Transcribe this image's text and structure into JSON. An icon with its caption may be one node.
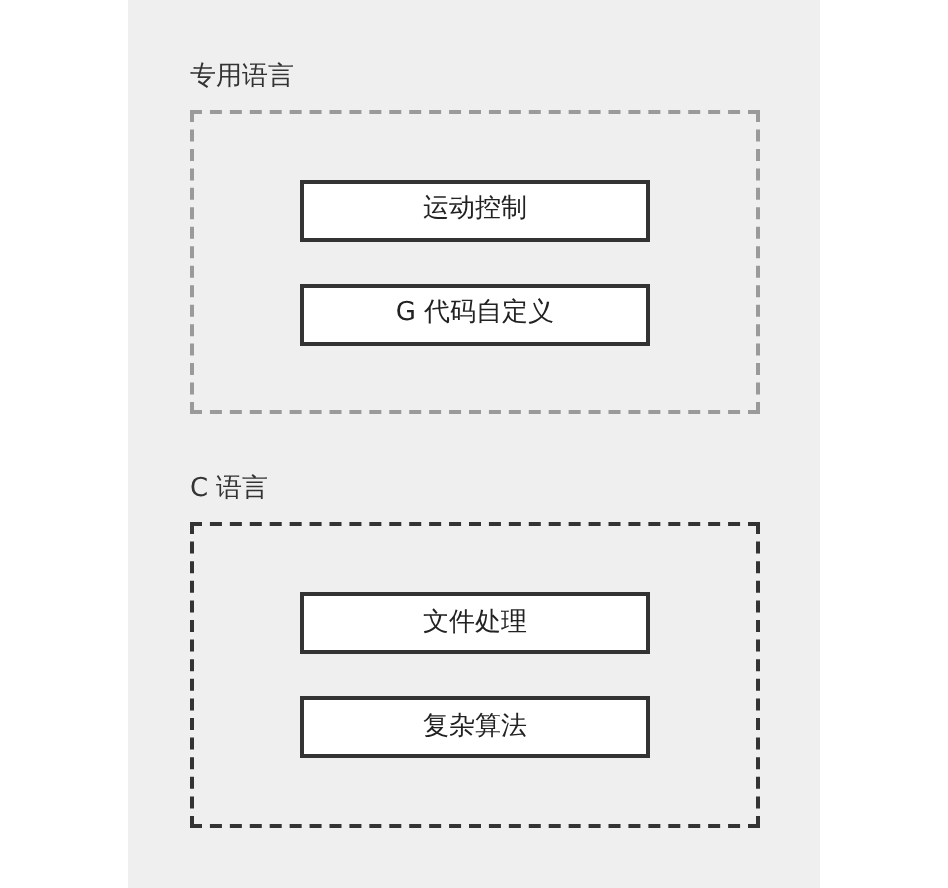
{
  "diagram": {
    "nodes": [
      {
        "text": [
          "专用语言"
        ]
      },
      {
        "text": [
          "运动控制"
        ],
        "in": 0
      },
      {
        "text": [
          "G 代码自定义"
        ],
        "in": 0
      },
      {
        "text": [
          "C 语言"
        ]
      },
      {
        "text": [
          "文件处理"
        ],
        "in": 3
      },
      {
        "text": [
          "复杂算法"
        ],
        "in": 3
      }
    ]
  }
}
